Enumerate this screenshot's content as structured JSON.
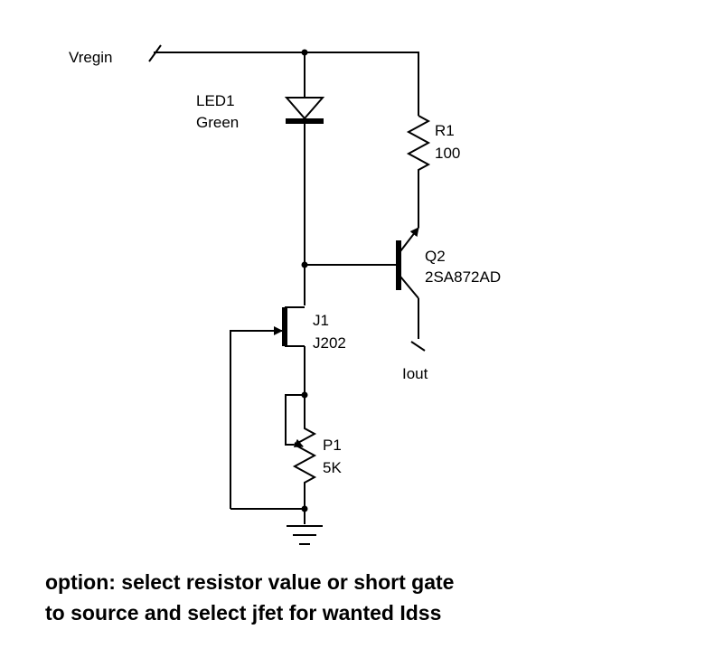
{
  "labels": {
    "input": "Vregin",
    "led_ref": "LED1",
    "led_value": "Green",
    "r1_ref": "R1",
    "r1_value": "100",
    "q2_ref": "Q2",
    "q2_value": "2SA872AD",
    "j1_ref": "J1",
    "j1_value": "J202",
    "p1_ref": "P1",
    "p1_value": "5K",
    "output": "Iout"
  },
  "note": {
    "line1": "option: select resistor value or short gate",
    "line2": "to source and select jfet for wanted Idss"
  }
}
